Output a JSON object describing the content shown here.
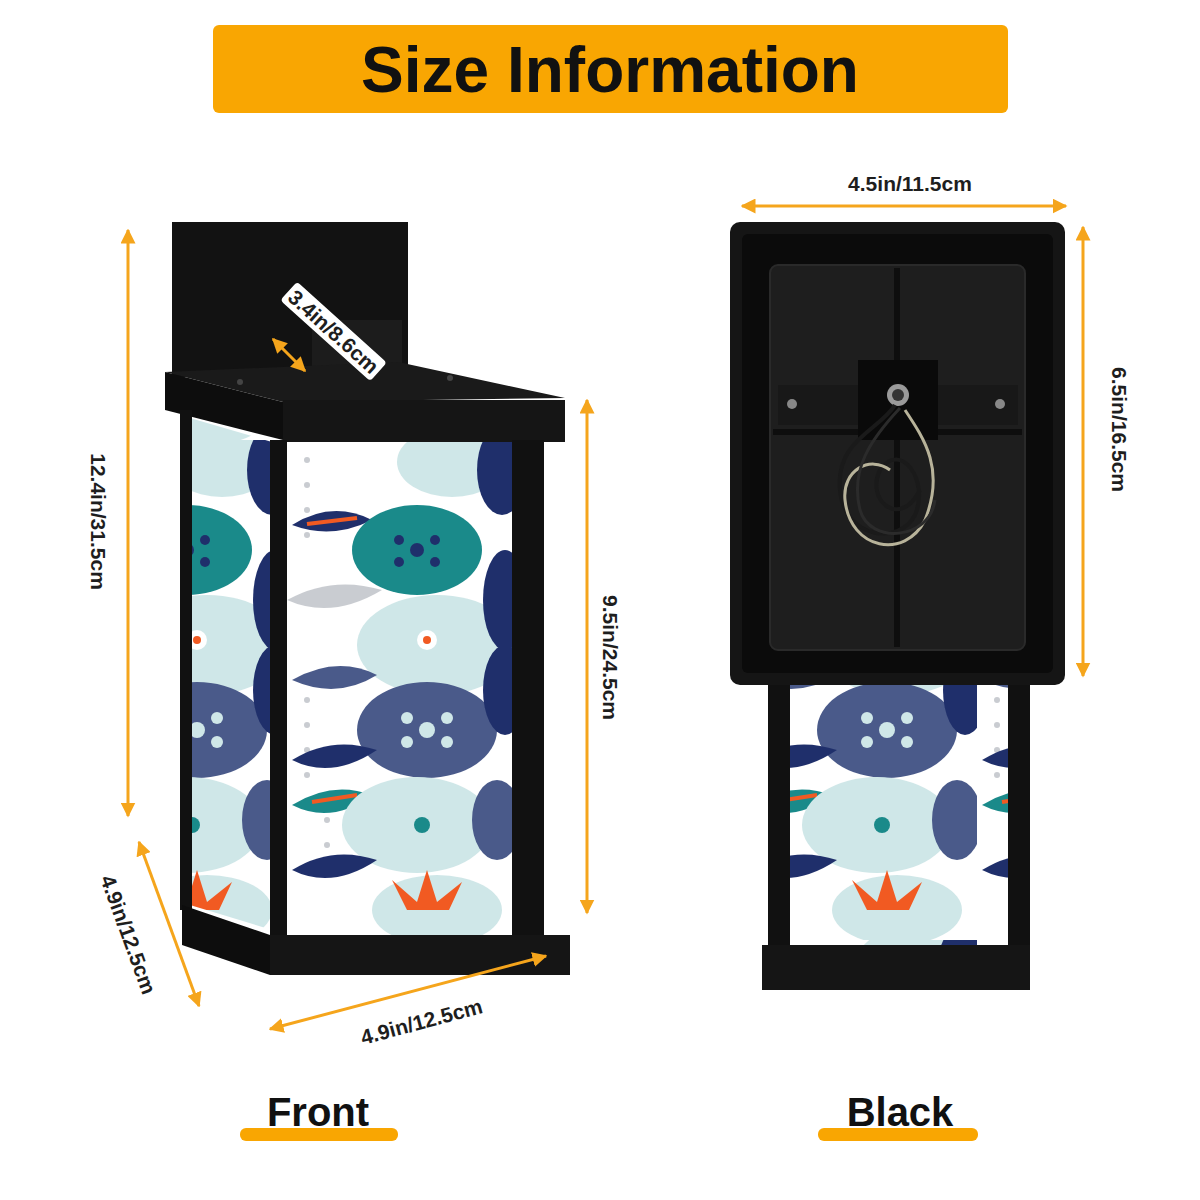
{
  "diagram": {
    "title": "Size Information",
    "labels": [
      "4.5in/11.5cm",
      "3.4in/8.6cm",
      "12.4in/31.5cm",
      "6.5in/16.5cm",
      "9.5in/24.5cm",
      "4.9in/12.5cm",
      "4.9in/12.5cm",
      "Front",
      "Black"
    ]
  }
}
